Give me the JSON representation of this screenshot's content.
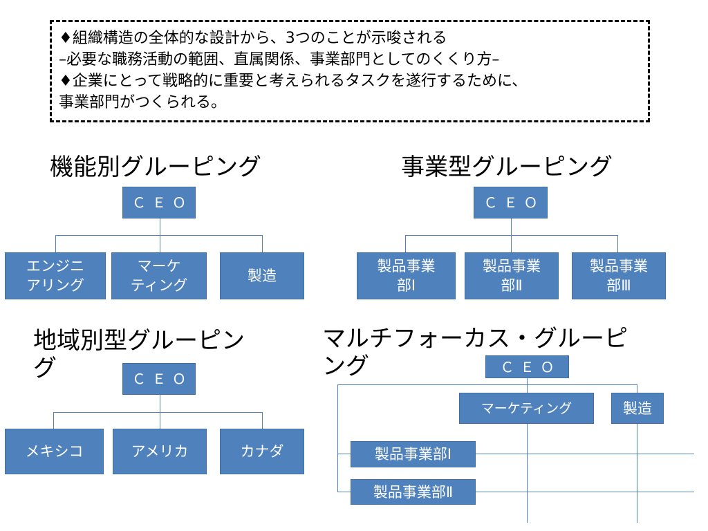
{
  "note": {
    "lines": [
      "♦組織構造の全体的な設計から、3つのことが示唆される",
      "–必要な職務活動の範囲、直属関係、事業部門としてのくくり方–",
      "♦企業にとって戦略的に重要と考えられるタスクを遂行するために、",
      "事業部門がつくられる。"
    ]
  },
  "functional": {
    "title": "機能別グルーピング",
    "ceo": "ＣＥＯ",
    "children": [
      {
        "line1": "エンジニ",
        "line2": "アリング"
      },
      {
        "line1": "マーケ",
        "line2": "ティング"
      },
      {
        "line1": "製造",
        "line2": ""
      }
    ]
  },
  "divisional": {
    "title": "事業型グルーピング",
    "ceo": "ＣＥＯ",
    "children": [
      {
        "line1": "製品事業",
        "line2": "部Ⅰ"
      },
      {
        "line1": "製品事業",
        "line2": "部Ⅱ"
      },
      {
        "line1": "製品事業",
        "line2": "部Ⅲ"
      }
    ]
  },
  "geographic": {
    "title_line1": "地域別型グルーピン",
    "title_line2": "グ",
    "ceo": "ＣＥＯ",
    "children": [
      "メキシコ",
      "アメリカ",
      "カナダ"
    ]
  },
  "multifocus": {
    "title_line1": "マルチフォーカス・グルーピ",
    "title_line2": "ング",
    "ceo": "ＣＥＯ",
    "marketing": "マーケティング",
    "manufacturing": "製造",
    "division1": "製品事業部Ⅰ",
    "division2": "製品事業部Ⅱ"
  }
}
